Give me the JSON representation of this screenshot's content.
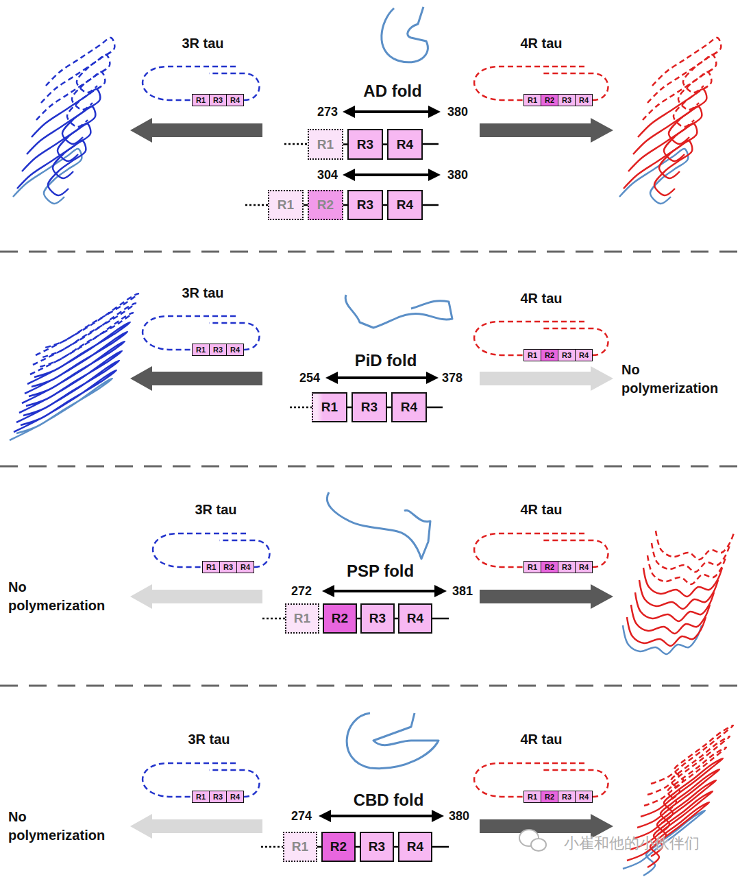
{
  "diagram": {
    "nodes": [
      {
        "text": [
          "R1"
        ]
      },
      {
        "text": [
          "R3"
        ]
      },
      {
        "text": [
          "R4"
        ]
      },
      {
        "text": [
          "R1"
        ]
      },
      {
        "text": [
          "R2"
        ]
      },
      {
        "text": [
          "R3"
        ]
      },
      {
        "text": [
          "R4"
        ]
      },
      {
        "text": [
          "R1"
        ]
      },
      {
        "text": [
          "R3"
        ]
      },
      {
        "text": [
          "R4"
        ]
      },
      {
        "text": [
          "R1"
        ]
      },
      {
        "text": [
          "R2"
        ]
      },
      {
        "text": [
          "R3"
        ]
      },
      {
        "text": [
          "R4"
        ]
      },
      {
        "text": [
          "R1"
        ]
      },
      {
        "text": [
          "R3"
        ]
      },
      {
        "text": [
          "R4"
        ]
      },
      {
        "text": [
          "R1"
        ]
      },
      {
        "text": [
          "R2"
        ]
      },
      {
        "text": [
          "R3"
        ]
      },
      {
        "text": [
          "R4"
        ]
      },
      {
        "text": [
          "R1"
        ]
      },
      {
        "text": [
          "R3"
        ]
      },
      {
        "text": [
          "R4"
        ]
      },
      {
        "text": [
          "R1"
        ]
      },
      {
        "text": [
          "R3"
        ]
      },
      {
        "text": [
          "R4"
        ]
      },
      {
        "text": [
          "R1"
        ]
      },
      {
        "text": [
          "R2"
        ]
      },
      {
        "text": [
          "R3"
        ]
      },
      {
        "text": [
          "R4"
        ]
      },
      {
        "text": [
          "R1"
        ]
      },
      {
        "text": [
          "R2"
        ]
      },
      {
        "text": [
          "R3"
        ]
      },
      {
        "text": [
          "R4"
        ]
      },
      {
        "text": [
          "R1"
        ]
      },
      {
        "text": [
          "R3"
        ]
      },
      {
        "text": [
          "R4"
        ]
      },
      {
        "text": [
          "R1"
        ]
      },
      {
        "text": [
          "R2"
        ]
      },
      {
        "text": [
          "R3"
        ]
      },
      {
        "text": [
          "R4"
        ]
      },
      {
        "text": [
          "R1"
        ]
      },
      {
        "text": [
          "R2"
        ]
      },
      {
        "text": [
          "R3"
        ]
      },
      {
        "text": [
          "R4"
        ]
      }
    ],
    "edges": [
      {
        "from": 7,
        "to": 8,
        "arrow": "none"
      },
      {
        "from": 8,
        "to": 9,
        "arrow": "none"
      },
      {
        "from": 10,
        "to": 11,
        "arrow": "none"
      },
      {
        "from": 11,
        "to": 12,
        "arrow": "none"
      },
      {
        "from": 12,
        "to": 13,
        "arrow": "none"
      },
      {
        "from": 21,
        "to": 22,
        "arrow": "none"
      },
      {
        "from": 22,
        "to": 23,
        "arrow": "none"
      },
      {
        "from": 31,
        "to": 32,
        "arrow": "none"
      },
      {
        "from": 32,
        "to": 33,
        "arrow": "none"
      },
      {
        "from": 33,
        "to": 34,
        "arrow": "none"
      },
      {
        "from": 42,
        "to": 43,
        "arrow": "none"
      },
      {
        "from": 43,
        "to": 44,
        "arrow": "none"
      },
      {
        "from": 44,
        "to": 45,
        "arrow": "none"
      }
    ],
    "labels": [
      "3R tau",
      "4R tau",
      "AD fold",
      "273",
      "380",
      "304",
      "380",
      "3R tau",
      "4R tau",
      "PiD fold",
      "254",
      "378",
      "No polymerization",
      "3R tau",
      "4R tau",
      "No polymerization",
      "PSP fold",
      "272",
      "381",
      "3R tau",
      "4R tau",
      "No polymerization",
      "CBD fold",
      "274",
      "380",
      "小崔和他的小伙伴们"
    ]
  }
}
